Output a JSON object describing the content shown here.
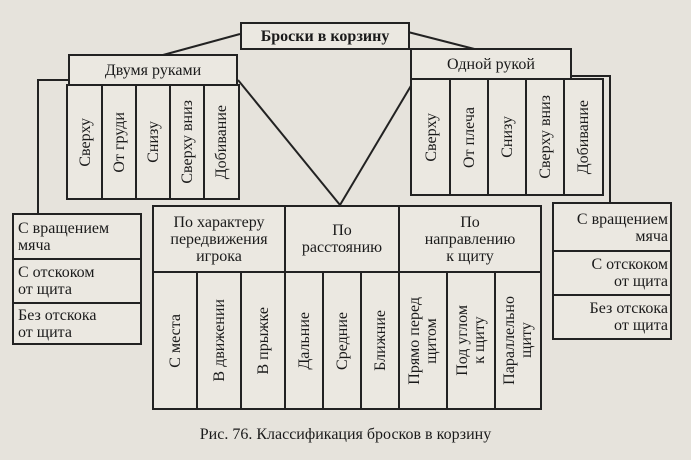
{
  "title": "Броски в корзину",
  "left_group": {
    "label": "Двумя руками",
    "items": [
      "Сверху",
      "От груди",
      "Снизу",
      "Сверху вниз",
      "Добивание"
    ]
  },
  "right_group": {
    "label": "Одной рукой",
    "items": [
      "Сверху",
      "От плеча",
      "Снизу",
      "Сверху вниз",
      "Добивание"
    ]
  },
  "left_side": [
    "С вращением\nмяча",
    "С отскоком\nот щита",
    "Без отскока\nот щита"
  ],
  "right_side": [
    "С вращением\nмяча",
    "С отскоком\nот щита",
    "Без отскока\nот щита"
  ],
  "center": {
    "categories": [
      {
        "label": "По характеру\nпередвижения\nигрока",
        "items": [
          "С места",
          "В движении",
          "В прыжке"
        ]
      },
      {
        "label": "По\nрасстоянию",
        "items": [
          "Дальние",
          "Средние",
          "Ближние"
        ]
      },
      {
        "label": "По\nнаправлению\nк щиту",
        "items": [
          "Прямо перед\nщитом",
          "Под углом\nк щиту",
          "Параллельно\nщиту"
        ]
      }
    ]
  },
  "caption": "Рис. 76. Классификация бросков в корзину"
}
